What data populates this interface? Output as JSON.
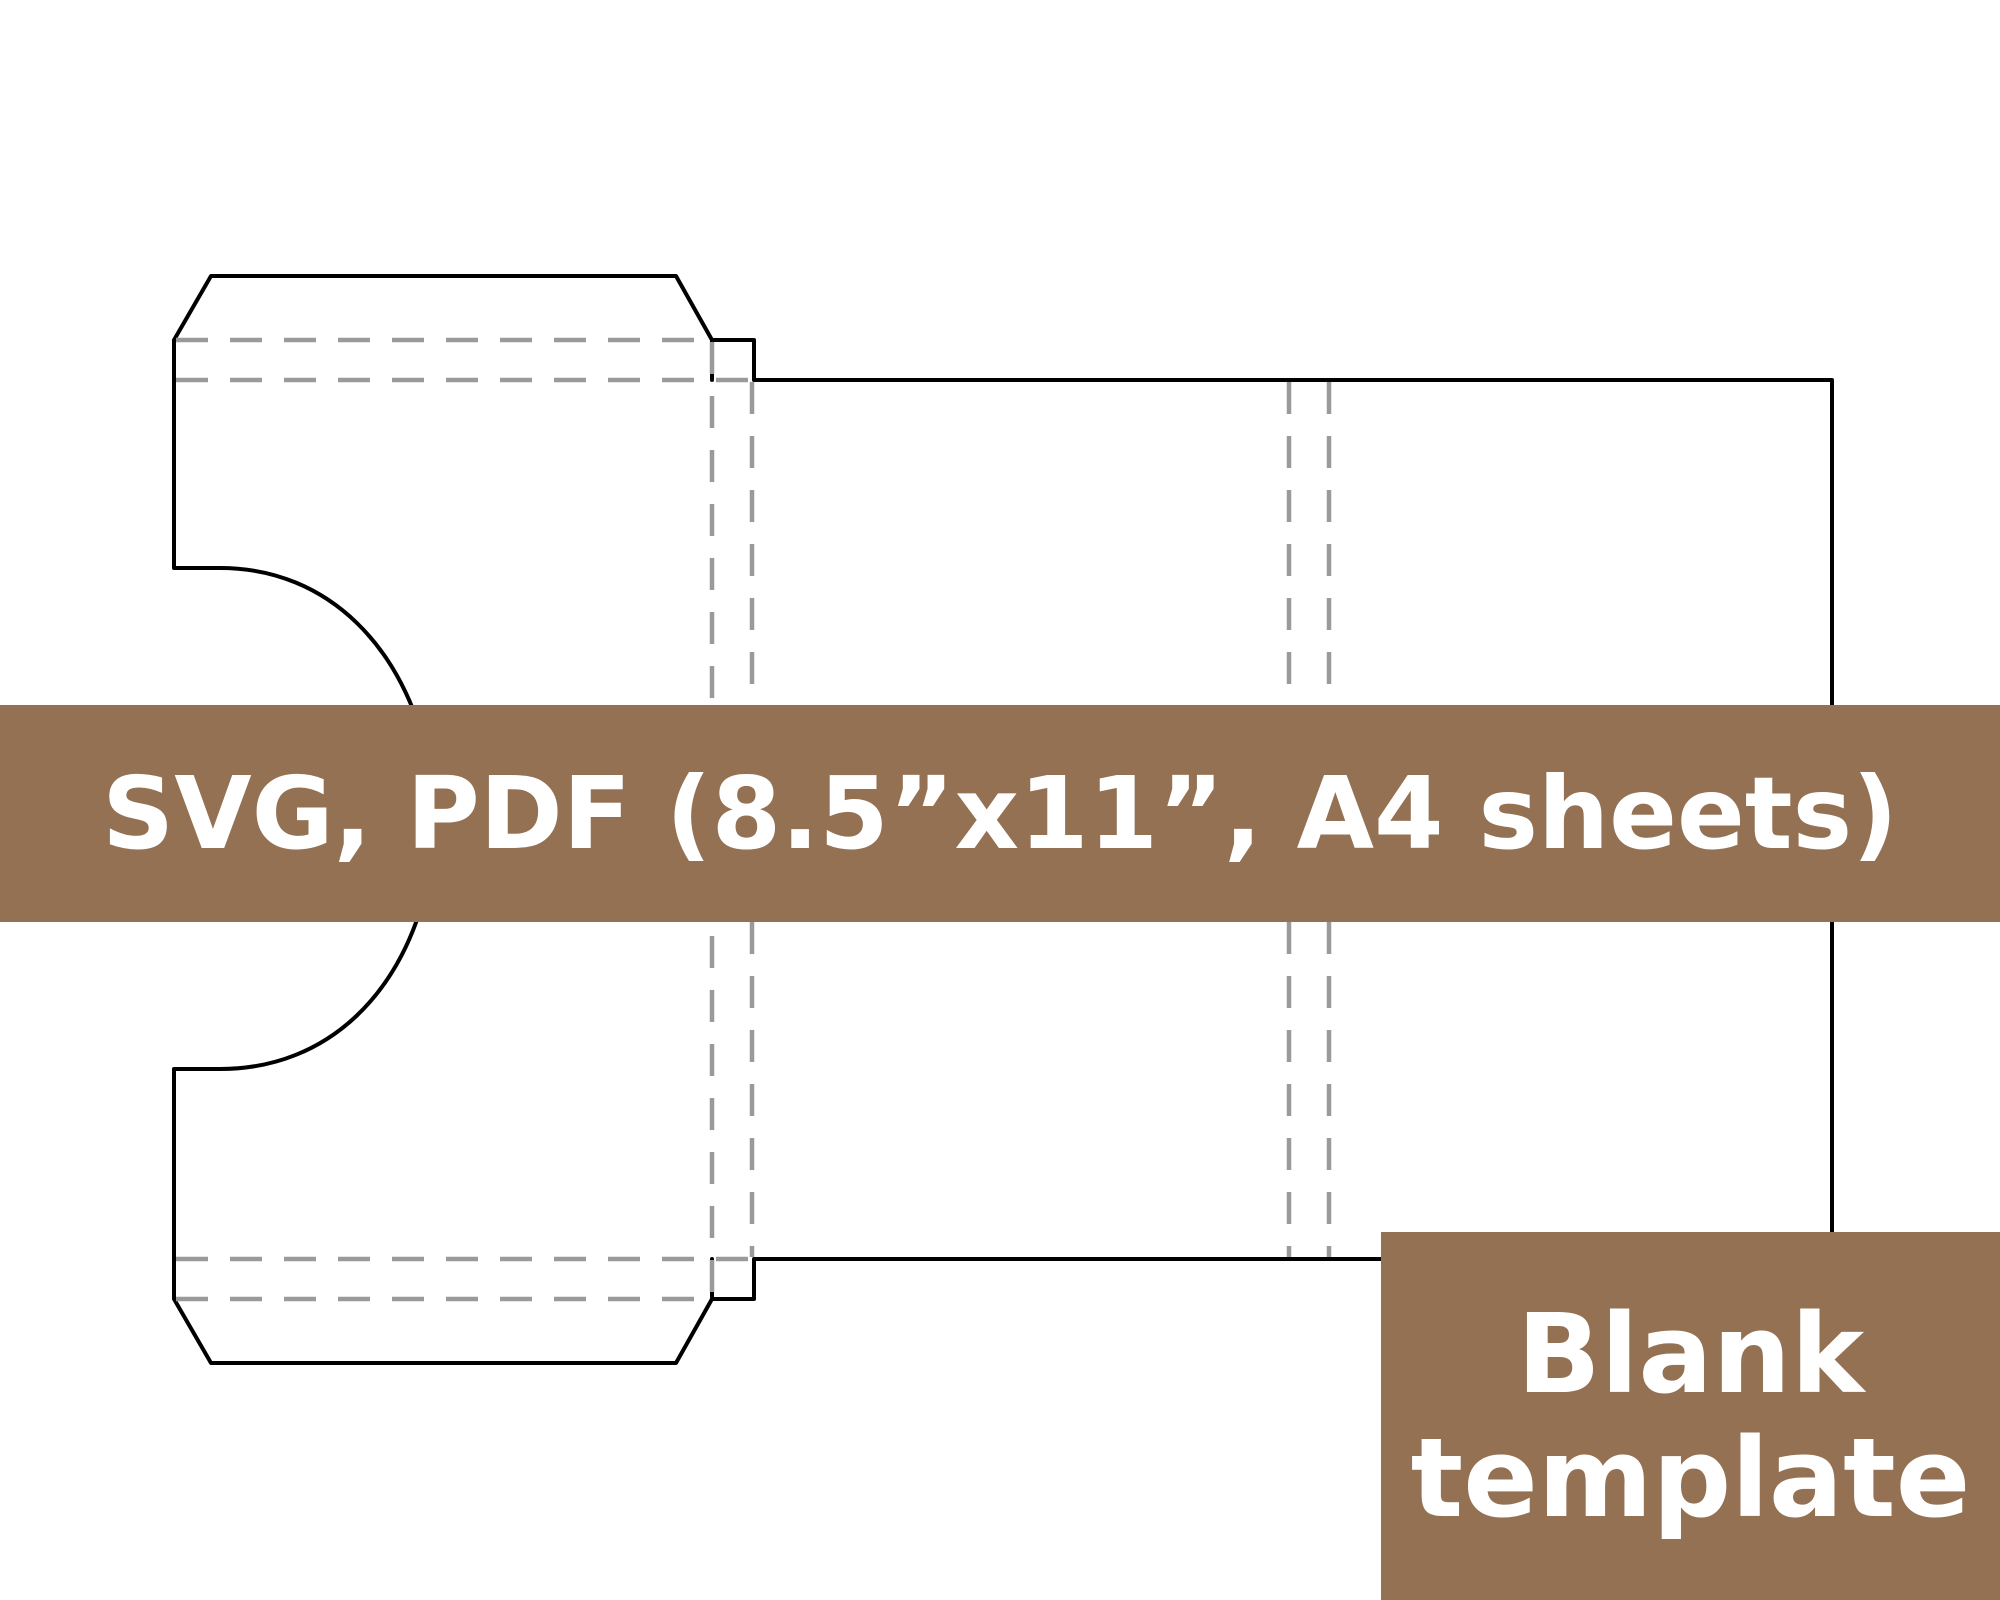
{
  "colors": {
    "banner": "#947153",
    "cut_line": "#000000",
    "fold_line": "#9a9a9a",
    "banner_text": "#ffffff",
    "background": "#ffffff"
  },
  "banner": {
    "text": "SVG, PDF (8.5”x11”, A4 sheets)"
  },
  "badge": {
    "line1": "Blank",
    "line2": "template"
  }
}
